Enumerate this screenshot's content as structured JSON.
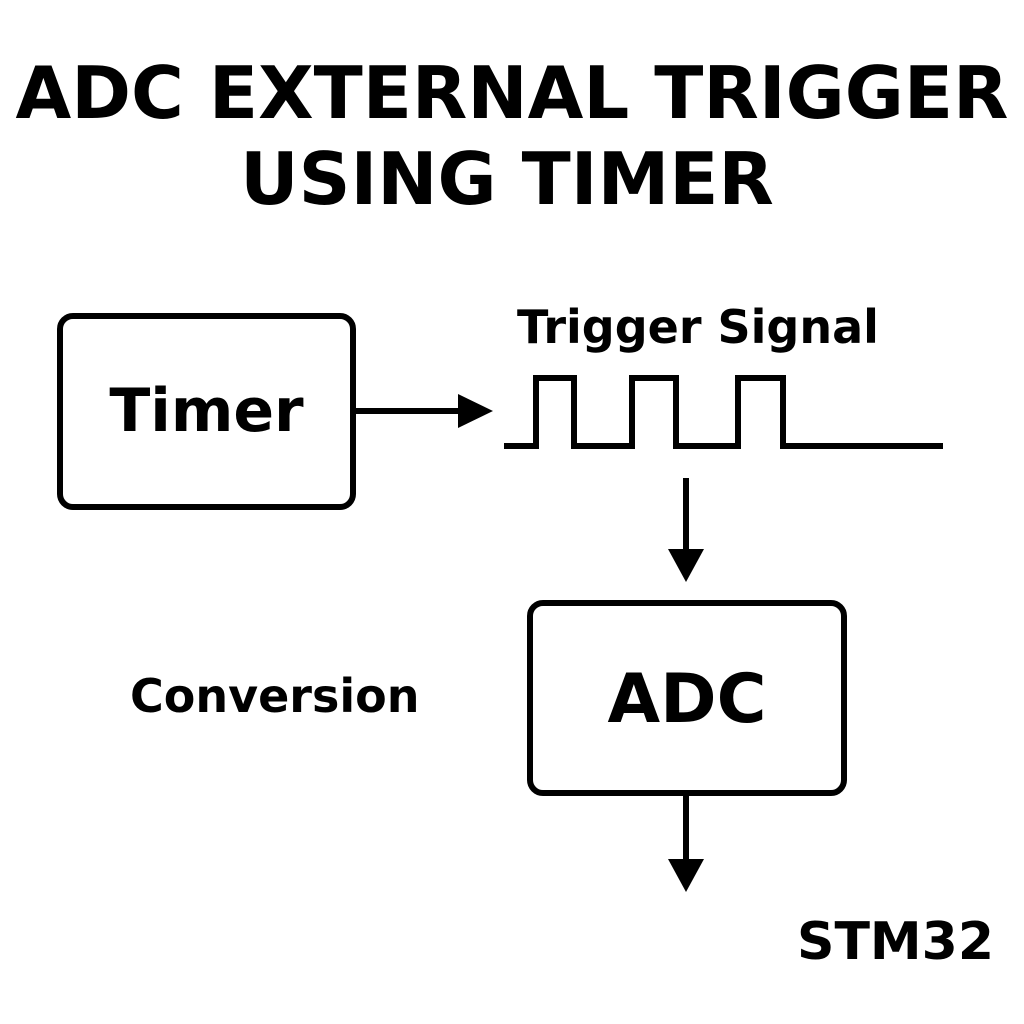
{
  "title": {
    "line1": "ADC EXTERNAL TRIGGER",
    "line2": "USING TIMER"
  },
  "blocks": {
    "timer": "Timer",
    "adc": "ADC"
  },
  "labels": {
    "trigger_signal": "Trigger Signal",
    "conversion": "Conversion",
    "device": "STM32"
  },
  "trigger_signal": {
    "pulse_count": 3
  },
  "colors": {
    "ink": "#000000",
    "background": "#ffffff"
  }
}
